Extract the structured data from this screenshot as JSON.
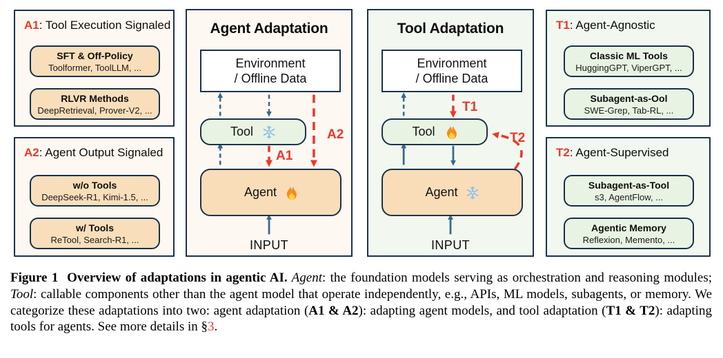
{
  "colors": {
    "accent_red": "#e8392c",
    "arrow_blue": "#38688e",
    "border_navy": "#1b334a",
    "panel_cream": "#fdf8f1",
    "panel_mint": "#f2f8f0",
    "box_peach": "#f8deba",
    "box_mint": "#e9f3e3",
    "snowflake_blue": "#8fc2ea",
    "fire_orange": "#f68b1e"
  },
  "panels": {
    "a1": {
      "id": "A1",
      "title": ": Tool Execution Signaled",
      "boxes": [
        {
          "name": "SFT & Off-Policy",
          "examples": "Toolformer, ToolLLM, ..."
        },
        {
          "name": "RLVR Methods",
          "examples": "DeepRetrieval, Prover-V2, ..."
        }
      ]
    },
    "a2": {
      "id": "A2",
      "title": ": Agent Output Signaled",
      "boxes": [
        {
          "name": "w/o Tools",
          "examples": "DeepSeek-R1, Kimi-1.5, ..."
        },
        {
          "name": "w/ Tools",
          "examples": "ReTool, Search-R1, ..."
        }
      ]
    },
    "t1": {
      "id": "T1",
      "title": ": Agent-Agnostic",
      "boxes": [
        {
          "name": "Classic ML Tools",
          "examples": "HuggingGPT, ViperGPT, ..."
        },
        {
          "name": "Subagent-as-Ool",
          "examples": "SWE-Grep, Tab-RL, ..."
        }
      ]
    },
    "t2": {
      "id": "T2",
      "title": ": Agent-Supervised",
      "boxes": [
        {
          "name": "Subagent-as-Tool",
          "examples": "s3, AgentFlow, ..."
        },
        {
          "name": "Agentic Memory",
          "examples": "Reflexion, Memento, ..."
        }
      ]
    }
  },
  "diagrams": {
    "agent": {
      "title": "Agent Adaptation",
      "env_line1": "Environment",
      "env_line2": "/ Offline Data",
      "tool_label": "Tool",
      "tool_icon": "snowflake",
      "agent_label": "Agent",
      "agent_icon": "fire",
      "input_label": "INPUT",
      "arrow1_label": "A1",
      "arrow2_label": "A2"
    },
    "tool": {
      "title": "Tool Adaptation",
      "env_line1": "Environment",
      "env_line2": "/ Offline Data",
      "tool_label": "Tool",
      "tool_icon": "fire",
      "agent_label": "Agent",
      "agent_icon": "snowflake",
      "input_label": "INPUT",
      "arrow1_label": "T1",
      "arrow2_label": "T2"
    }
  },
  "caption": {
    "segments": [
      {
        "text": "Figure 1  Overview of adaptations in agentic AI."
      },
      {
        "text": " Agent"
      },
      {
        "text": ": the foundation models serving as orchestration and reasoning modules; "
      },
      {
        "text": "Tool"
      },
      {
        "text": ": callable components other than the agent model that operate independently, e.g., APIs, ML models, subagents, or memory. We categorize these adaptations into two: agent adaptation ("
      },
      {
        "text": "A1 & A2"
      },
      {
        "text": "): adapting agent models, and tool adaptation ("
      },
      {
        "text": "T1 & T2"
      },
      {
        "text": "): adapting tools for agents. See more details in §"
      },
      {
        "text": "3"
      },
      {
        "text": "."
      }
    ]
  }
}
